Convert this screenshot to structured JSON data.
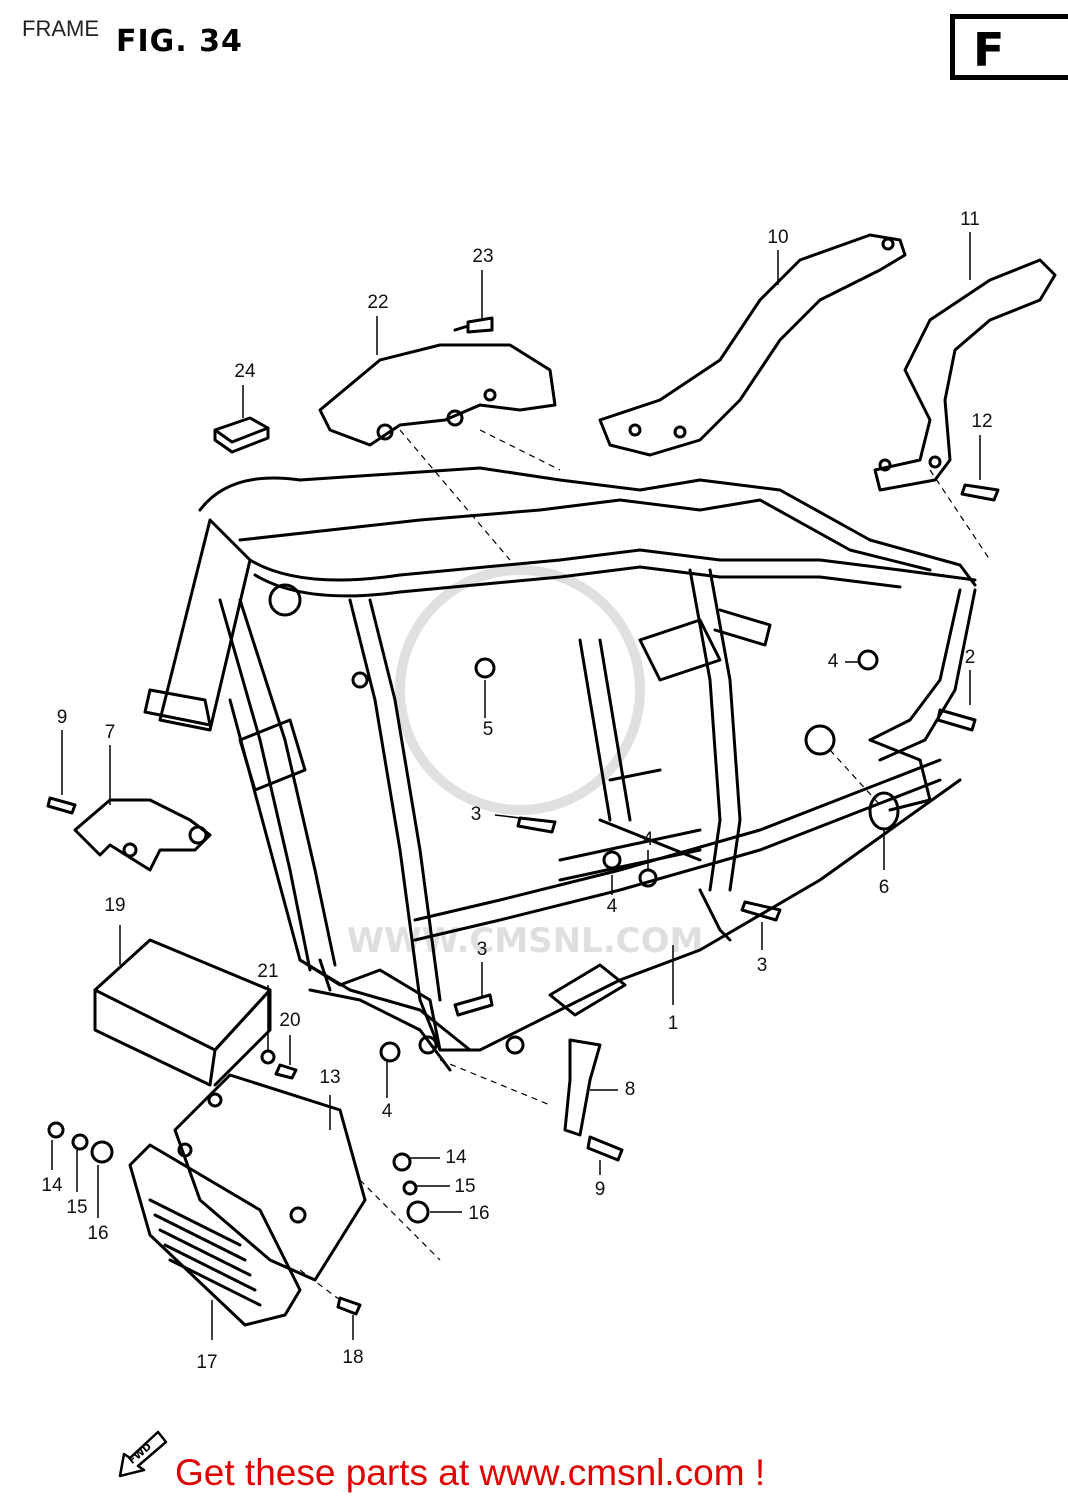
{
  "header": {
    "section": "FRAME",
    "figure": "FIG. 34",
    "code": "F"
  },
  "callouts": [
    {
      "id": "c1",
      "label": "1"
    },
    {
      "id": "c2",
      "label": "2"
    },
    {
      "id": "c3a",
      "label": "3"
    },
    {
      "id": "c3b",
      "label": "3"
    },
    {
      "id": "c3c",
      "label": "3"
    },
    {
      "id": "c4a",
      "label": "4"
    },
    {
      "id": "c4b",
      "label": "4"
    },
    {
      "id": "c4c",
      "label": "4"
    },
    {
      "id": "c4d",
      "label": "4"
    },
    {
      "id": "c5",
      "label": "5"
    },
    {
      "id": "c6",
      "label": "6"
    },
    {
      "id": "c7",
      "label": "7"
    },
    {
      "id": "c8",
      "label": "8"
    },
    {
      "id": "c9a",
      "label": "9"
    },
    {
      "id": "c9b",
      "label": "9"
    },
    {
      "id": "c10",
      "label": "10"
    },
    {
      "id": "c11",
      "label": "11"
    },
    {
      "id": "c12",
      "label": "12"
    },
    {
      "id": "c13",
      "label": "13"
    },
    {
      "id": "c14a",
      "label": "14"
    },
    {
      "id": "c14b",
      "label": "14"
    },
    {
      "id": "c15a",
      "label": "15"
    },
    {
      "id": "c15b",
      "label": "15"
    },
    {
      "id": "c16a",
      "label": "16"
    },
    {
      "id": "c16b",
      "label": "16"
    },
    {
      "id": "c17",
      "label": "17"
    },
    {
      "id": "c18",
      "label": "18"
    },
    {
      "id": "c19",
      "label": "19"
    },
    {
      "id": "c20",
      "label": "20"
    },
    {
      "id": "c21",
      "label": "21"
    },
    {
      "id": "c22",
      "label": "22"
    },
    {
      "id": "c23",
      "label": "23"
    },
    {
      "id": "c24",
      "label": "24"
    }
  ],
  "watermark": {
    "text": "WWW.CMSNL.COM"
  },
  "direction": {
    "text": "FWD"
  },
  "footer": {
    "text": "Get these parts at www.cmsnl.com !",
    "color": "#e00000"
  }
}
